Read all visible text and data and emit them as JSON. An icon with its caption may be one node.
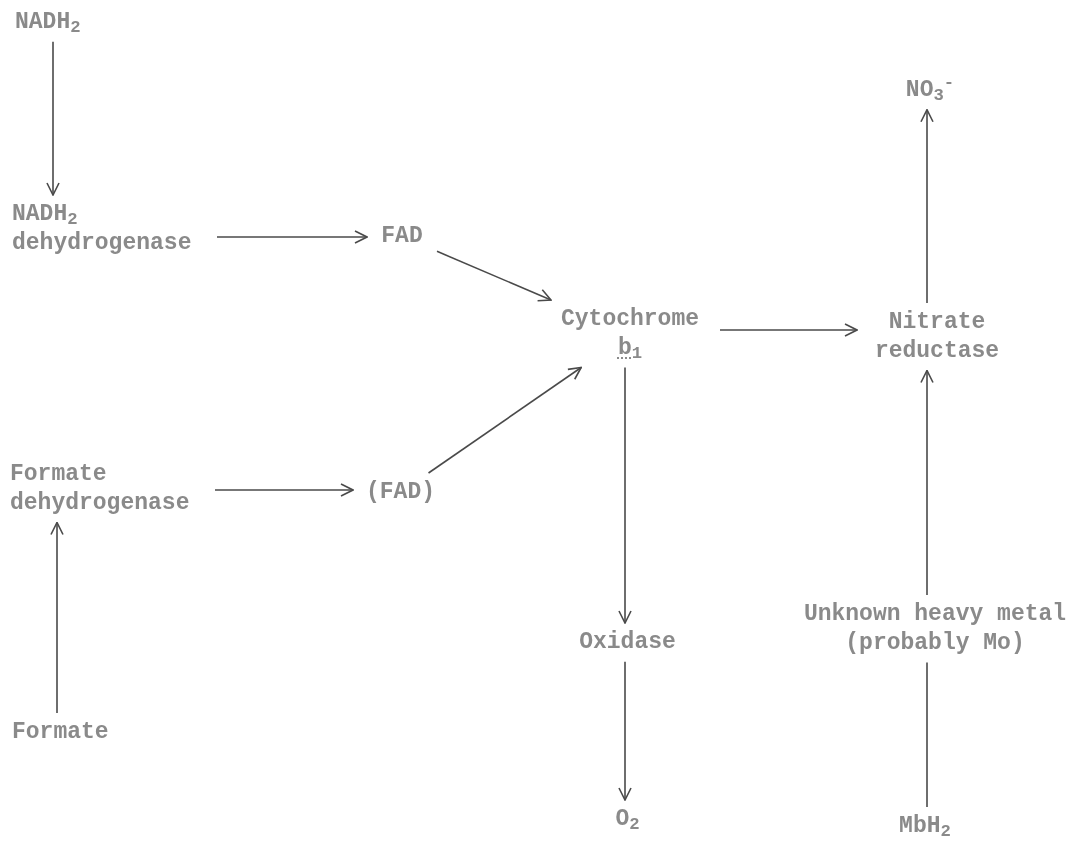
{
  "diagram": {
    "nodes": [
      {
        "text": [
          "NADH$_{2}$"
        ]
      },
      {
        "text": [
          "NADH$_{2}$ dehydrogenase"
        ]
      },
      {
        "text": [
          "FAD"
        ]
      },
      {
        "text": [
          "Cytochrome",
          "b$_{1}$"
        ]
      },
      {
        "text": [
          "Nitrate reductase"
        ]
      },
      {
        "text": [
          "NO$_{3}$$^{-}$"
        ]
      },
      {
        "text": [
          "Formate dehydrogenase"
        ]
      },
      {
        "text": [
          "(FAD)"
        ]
      },
      {
        "text": [
          "Oxidase"
        ]
      },
      {
        "text": [
          "O$_{2}$"
        ]
      },
      {
        "text": [
          "Unknown heavy metal (probably Mo)"
        ]
      },
      {
        "text": [
          "Formate"
        ]
      },
      {
        "text": [
          "MbH$_{2}$"
        ]
      }
    ],
    "edges": [
      {
        "from": 0,
        "to": 1,
        "arrow": "to"
      },
      {
        "from": 1,
        "to": 2,
        "arrow": "to"
      },
      {
        "from": 2,
        "to": 3,
        "arrow": "to"
      },
      {
        "from": 7,
        "to": 3,
        "arrow": "to"
      },
      {
        "from": 6,
        "to": 7,
        "arrow": "to"
      },
      {
        "from": 11,
        "to": 6,
        "arrow": "to"
      },
      {
        "from": 3,
        "to": 4,
        "arrow": "to"
      },
      {
        "from": 4,
        "to": 5,
        "arrow": "to"
      },
      {
        "from": 3,
        "to": 8,
        "arrow": "to"
      },
      {
        "from": 8,
        "to": 9,
        "arrow": "to"
      },
      {
        "from": 10,
        "to": 4,
        "arrow": "to"
      },
      {
        "from": 12,
        "to": 10,
        "arrow": "none"
      }
    ]
  }
}
